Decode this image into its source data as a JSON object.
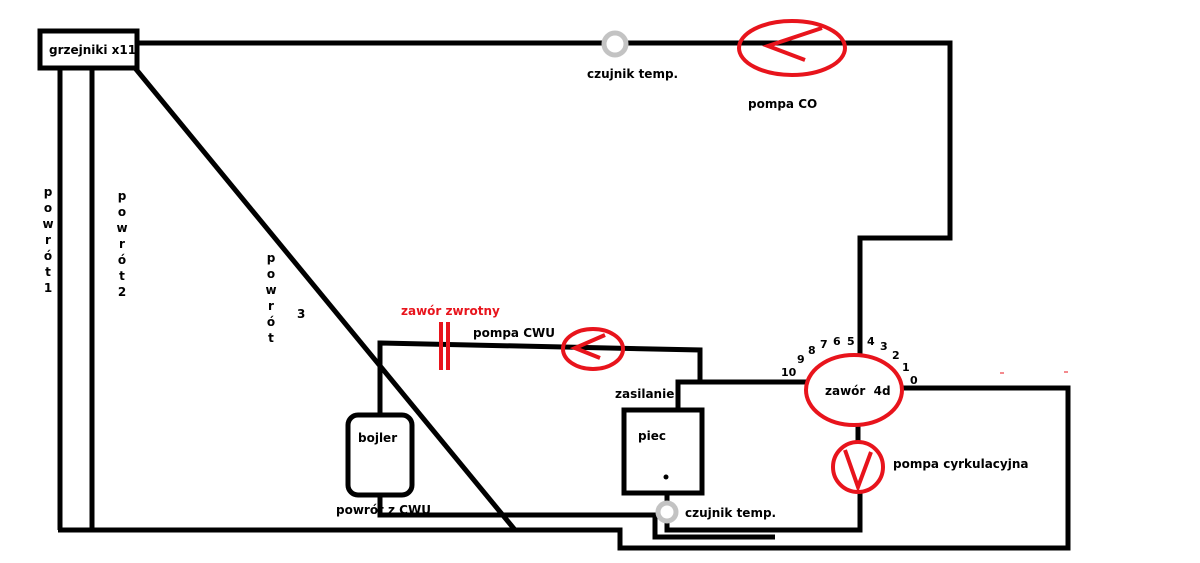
{
  "labels": {
    "radiators": "grzejniki x11",
    "temp_sensor_top": "czujnik temp.",
    "pump_co": "pompa CO",
    "return_1": "powrót 1",
    "return_2": "powrót 2",
    "return_3_word": "powrót",
    "return_3_num": "3",
    "check_valve": "zawór zwrotny",
    "pump_cwu": "pompa CWU",
    "boiler_tank": "bojler",
    "return_cwu": "powrót z CWU",
    "supply": "zasilanie",
    "furnace": "piec",
    "valve_4d": "zawór  4d",
    "circulation_pump": "pompa cyrkulacyjna",
    "temp_sensor_bottom": "czujnik temp."
  },
  "valve_scale": [
    "0",
    "1",
    "2",
    "3",
    "4",
    "5",
    "6",
    "7",
    "8",
    "9",
    "10"
  ],
  "colors": {
    "pipe": "#000000",
    "pump": "#e8141c",
    "sensor": "#c3c3c3"
  }
}
